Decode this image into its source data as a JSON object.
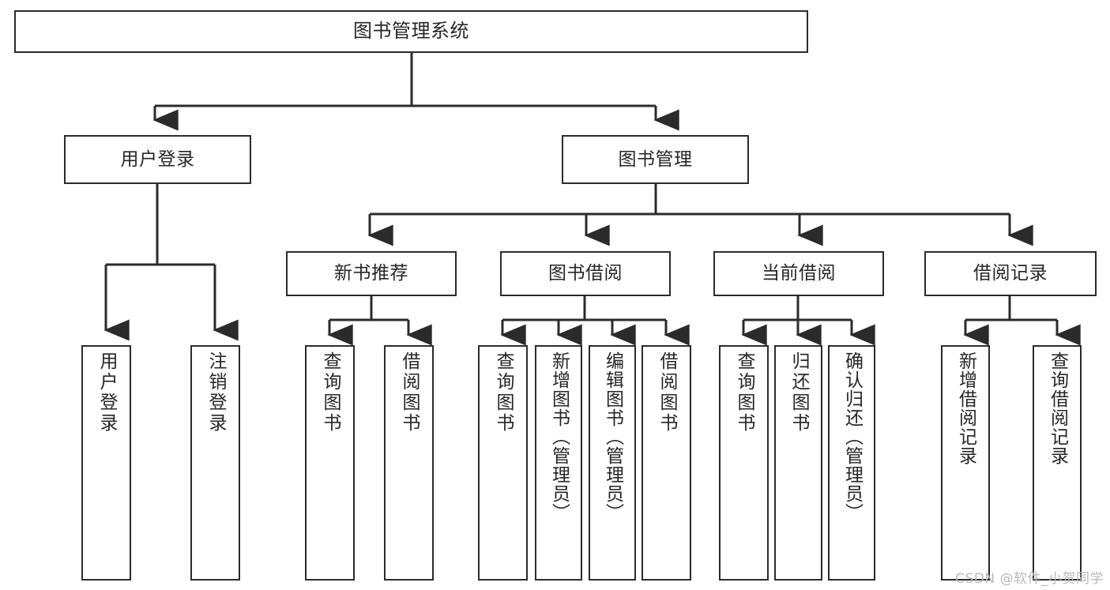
{
  "diagram": {
    "title": "图书管理系统",
    "type": "tree-hierarchy-diagram",
    "watermark": "CSDN @软件_小贺同学",
    "colors": {
      "stroke": "#2b2b2b",
      "fill": "#ffffff",
      "text": "#262626",
      "watermark": "#b9b9b9"
    },
    "nodes": {
      "root": {
        "label": "图书管理系统"
      },
      "level2": [
        {
          "id": "user-login",
          "label": "用户登录"
        },
        {
          "id": "book-management",
          "label": "图书管理"
        }
      ],
      "level3": [
        {
          "id": "new-book-recommend",
          "label": "新书推荐"
        },
        {
          "id": "book-borrow",
          "label": "图书借阅"
        },
        {
          "id": "current-borrow",
          "label": "当前借阅"
        },
        {
          "id": "borrow-record",
          "label": "借阅记录"
        }
      ],
      "leaves": {
        "user_login": [
          {
            "id": "leaf-user-login",
            "label": "用户登录"
          },
          {
            "id": "leaf-logout-login",
            "label": "注销登录"
          }
        ],
        "new_book_recommend": [
          {
            "id": "leaf-query-book-1",
            "label": "查询图书"
          },
          {
            "id": "leaf-borrow-book-1",
            "label": "借阅图书"
          }
        ],
        "book_borrow": [
          {
            "id": "leaf-query-book-2",
            "label": "查询图书"
          },
          {
            "id": "leaf-add-book",
            "label": "新增图书（管理员）"
          },
          {
            "id": "leaf-edit-book",
            "label": "编辑图书（管理员）"
          },
          {
            "id": "leaf-borrow-book-2",
            "label": "借阅图书"
          }
        ],
        "current_borrow": [
          {
            "id": "leaf-query-book-3",
            "label": "查询图书"
          },
          {
            "id": "leaf-return-book",
            "label": "归还图书"
          },
          {
            "id": "leaf-confirm-return",
            "label": "确认归还（管理员）"
          }
        ],
        "borrow_record": [
          {
            "id": "leaf-add-borrow-record",
            "label": "新增借阅记录"
          },
          {
            "id": "leaf-query-borrow-record",
            "label": "查询借阅记录"
          }
        ]
      }
    }
  }
}
